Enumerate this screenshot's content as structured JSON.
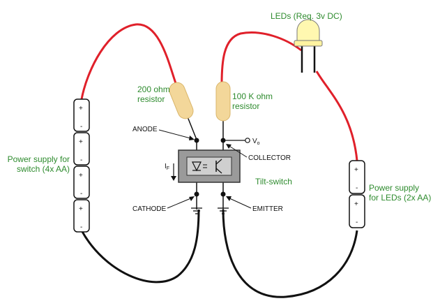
{
  "labels": {
    "leds": "LEDs (Req. 3v DC)",
    "r200_line1": "200 ohm",
    "r200_line2": "resistor",
    "r100_line1": "100 K ohm",
    "r100_line2": "resistor",
    "anode": "ANODE",
    "collector": "COLLECTOR",
    "cathode": "CATHODE",
    "emitter": "EMITTER",
    "vo": "V",
    "vo_sub": "o",
    "if": "I",
    "if_sub": "F",
    "tilt": "Tilt-switch",
    "ps_switch_line1": "Power supply for",
    "ps_switch_line2": "switch (4x AA)",
    "ps_leds_line1": "Power supply",
    "ps_leds_line2": "for LEDs (2x AA)"
  },
  "battery_terminals": {
    "plus": "+",
    "minus": "-"
  },
  "colors": {
    "red_wire": "#e0202a",
    "black_wire": "#111111",
    "resistor": "#f3d79a",
    "led": "#fff8b0",
    "switch_body": "#9a9a9a",
    "label_green": "#2e8b2e"
  }
}
